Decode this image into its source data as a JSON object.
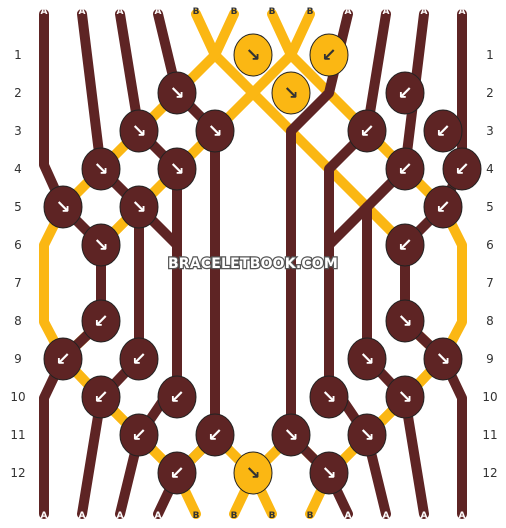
{
  "watermark": "BRACELETBOOK.COM",
  "colors": {
    "A": "#5e2424",
    "B": "#fbb713",
    "arrow_on_dark": "#ffffff",
    "arrow_on_light": "#333333"
  },
  "strands_top": [
    "A",
    "A",
    "A",
    "A",
    "B",
    "B",
    "B",
    "B",
    "A",
    "A",
    "A",
    "A"
  ],
  "strands_bottom": [
    "A",
    "A",
    "A",
    "A",
    "B",
    "B",
    "B",
    "B",
    "A",
    "A",
    "A",
    "A"
  ],
  "rows_left": [
    "1",
    "2",
    "3",
    "4",
    "5",
    "6",
    "7",
    "8",
    "9",
    "10",
    "11",
    "12"
  ],
  "rows_right": [
    "1",
    "2",
    "3",
    "4",
    "5",
    "6",
    "7",
    "8",
    "9",
    "10",
    "11",
    "12"
  ],
  "knot_rows": [
    [
      null,
      null,
      null,
      null,
      null,
      null,
      {
        "knot": "↘",
        "color": "B"
      },
      null,
      {
        "knot": "↙",
        "color": "B"
      },
      null,
      null,
      null,
      null
    ],
    [
      null,
      null,
      null,
      null,
      {
        "knot": "↘",
        "color": "A"
      },
      null,
      null,
      {
        "knot": "↘",
        "color": "B"
      },
      null,
      null,
      {
        "knot": "↙",
        "color": "A"
      },
      null,
      null
    ],
    [
      null,
      null,
      null,
      {
        "knot": "↘",
        "color": "A"
      },
      null,
      {
        "knot": "↘",
        "color": "A"
      },
      null,
      null,
      null,
      {
        "knot": "↙",
        "color": "A"
      },
      null,
      {
        "knot": "↙",
        "color": "A"
      },
      null
    ],
    [
      null,
      null,
      {
        "knot": "↘",
        "color": "A"
      },
      null,
      {
        "knot": "↘",
        "color": "A"
      },
      null,
      null,
      null,
      null,
      null,
      {
        "knot": "↙",
        "color": "A"
      },
      null,
      {
        "knot": "↙",
        "color": "A"
      }
    ],
    [
      null,
      {
        "knot": "↘",
        "color": "A"
      },
      null,
      {
        "knot": "↘",
        "color": "A"
      },
      null,
      null,
      null,
      null,
      null,
      null,
      null,
      {
        "knot": "↙",
        "color": "A"
      },
      null
    ],
    [
      null,
      null,
      {
        "knot": "↘",
        "color": "A"
      },
      null,
      null,
      null,
      null,
      null,
      null,
      null,
      {
        "knot": "↙",
        "color": "A"
      },
      null,
      null
    ],
    [
      null,
      null,
      null,
      null,
      null,
      null,
      null,
      null,
      null,
      null,
      null,
      null,
      null
    ],
    [
      null,
      null,
      {
        "knot": "↙",
        "color": "A"
      },
      null,
      null,
      null,
      null,
      null,
      null,
      null,
      {
        "knot": "↘",
        "color": "A"
      },
      null,
      null
    ],
    [
      null,
      {
        "knot": "↙",
        "color": "A"
      },
      null,
      {
        "knot": "↙",
        "color": "A"
      },
      null,
      null,
      null,
      null,
      null,
      {
        "knot": "↘",
        "color": "A"
      },
      null,
      {
        "knot": "↘",
        "color": "A"
      },
      null
    ],
    [
      null,
      null,
      {
        "knot": "↙",
        "color": "A"
      },
      null,
      {
        "knot": "↙",
        "color": "A"
      },
      null,
      null,
      null,
      {
        "knot": "↘",
        "color": "A"
      },
      null,
      {
        "knot": "↘",
        "color": "A"
      },
      null,
      null
    ],
    [
      null,
      null,
      null,
      {
        "knot": "↙",
        "color": "A"
      },
      null,
      {
        "knot": "↙",
        "color": "A"
      },
      null,
      {
        "knot": "↘",
        "color": "A"
      },
      null,
      {
        "knot": "↘",
        "color": "A"
      },
      null,
      null,
      null
    ],
    [
      null,
      null,
      null,
      null,
      {
        "knot": "↙",
        "color": "A"
      },
      null,
      {
        "knot": "↘",
        "color": "B"
      },
      null,
      {
        "knot": "↘",
        "color": "A"
      },
      null,
      null,
      null,
      null
    ]
  ]
}
